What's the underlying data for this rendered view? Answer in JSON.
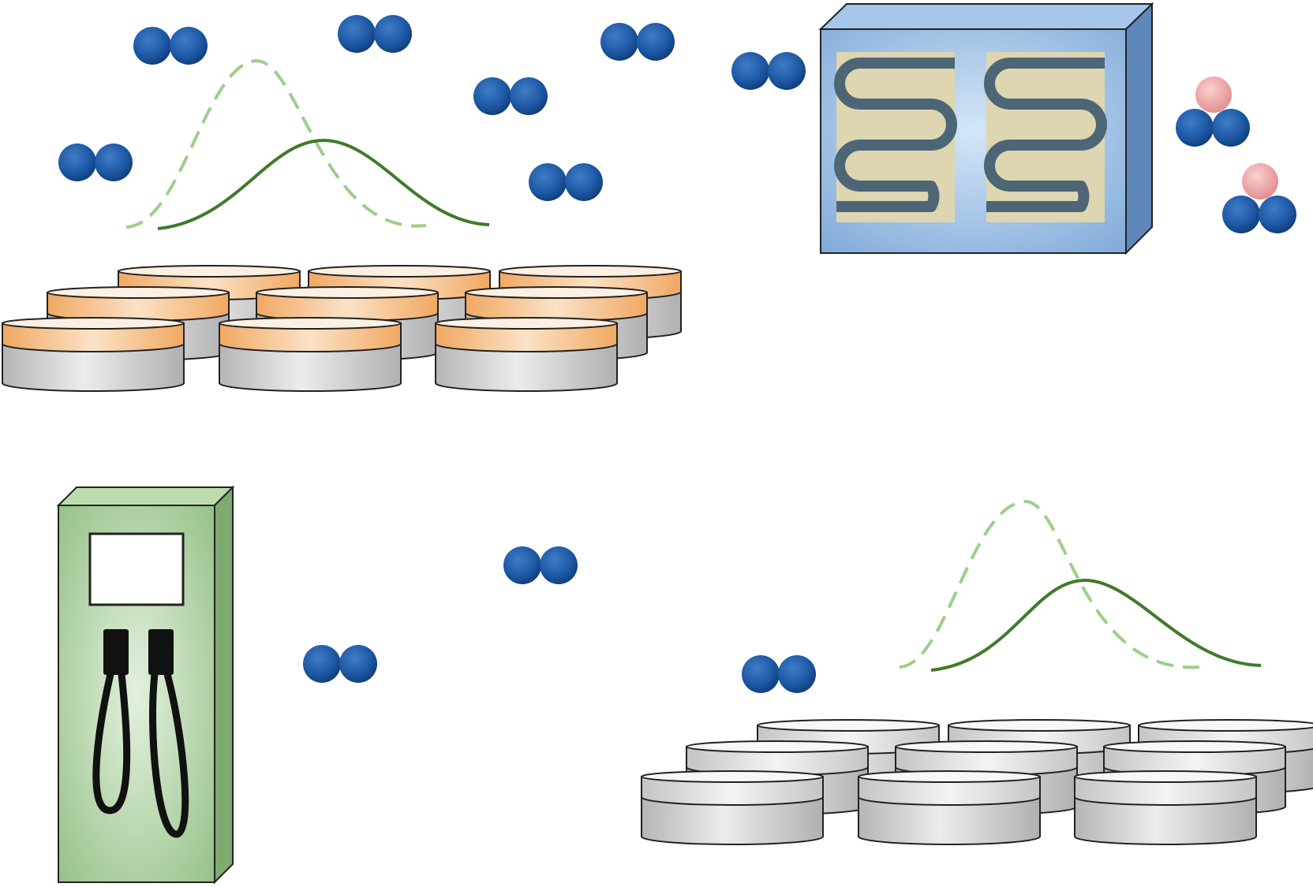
{
  "colors": {
    "molecule_blue": "#1f5aa6",
    "molecule_blue_dark": "#0d3a78",
    "guest_pink": "#eea0a0",
    "curve_green": "#3f7a2a",
    "curve_green_light": "#9ccf8a",
    "reactor_blue": "#8fb8e4",
    "reactor_panel": "#ddd6b0",
    "reactor_coil": "#4d6676",
    "pump_green": "#a9d09e",
    "dish_orange": "#f3b57d",
    "dish_gray": "#cfcfcf"
  },
  "diagram": {
    "panels": [
      {
        "name": "loaded-sorbent-bed",
        "dish_fill": "orange",
        "dish_count": 9,
        "distribution_curves": [
          "dashed",
          "solid"
        ]
      },
      {
        "name": "heat-exchanger-reactor",
        "coil_panels": 2,
        "product_molecules": 2
      },
      {
        "name": "fuel-dispenser",
        "nozzles": 2,
        "display_screen": true
      },
      {
        "name": "regenerated-sorbent-bed",
        "dish_fill": "gray",
        "dish_count": 9,
        "distribution_curves": [
          "dashed",
          "solid"
        ]
      }
    ],
    "free_molecules": 10,
    "icons": [
      "h2-molecule-icon",
      "complex-molecule-icon",
      "petri-dish-icon",
      "reactor-icon",
      "fuel-pump-icon",
      "distribution-curve-icon"
    ]
  }
}
